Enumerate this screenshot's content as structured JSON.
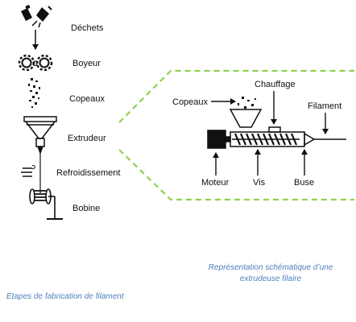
{
  "steps": {
    "dechets": "Déchets",
    "boyeur": "Boyeur",
    "copeaux": "Copeaux",
    "extrudeur": "Extrudeur",
    "refroidissement": "Refroidissement",
    "bobine": "Bobine"
  },
  "schematic": {
    "copeaux": "Copeaux",
    "chauffage": "Chauffage",
    "filament": "Filament",
    "moteur": "Moteur",
    "vis": "Vis",
    "buse": "Buse"
  },
  "captions": {
    "left": "Etapes de fabrication de filament",
    "right": "Représentation schématique d’une extrudeuse filaire"
  },
  "colors": {
    "callout_dash": "#8fd14f",
    "caption": "#4f7fbf",
    "ink": "#111111"
  }
}
